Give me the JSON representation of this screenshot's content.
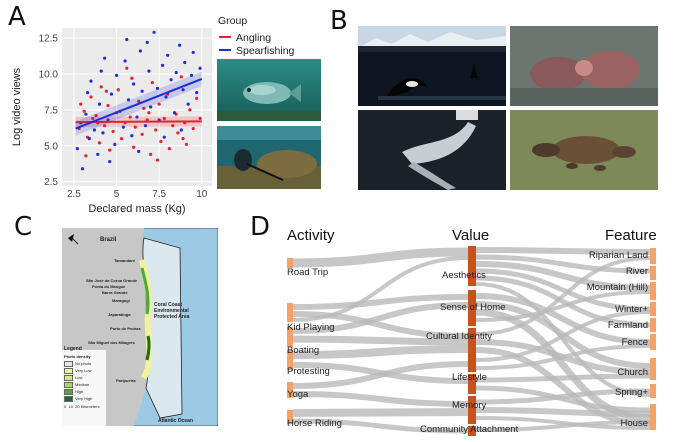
{
  "panels": {
    "a": "A",
    "b": "B",
    "c": "C",
    "d": "D"
  },
  "panel_a": {
    "chart_data": {
      "type": "scatter",
      "title": "",
      "xlabel": "Declared mass (Kg)",
      "ylabel": "Log video views",
      "xticks": [
        "2.5",
        "5",
        "7.5",
        "10"
      ],
      "yticks": [
        "2.5",
        "5.0",
        "7.5",
        "10.0",
        "12.5"
      ],
      "xlim": [
        1.8,
        10.6
      ],
      "ylim": [
        2.2,
        13.2
      ],
      "legend_title": "Group",
      "legend_position": "right",
      "grid": true,
      "series": [
        {
          "name": "Angling",
          "color": "#e8222b",
          "fit": {
            "x0": 2.6,
            "y0": 6.65,
            "x1": 10.0,
            "y1": 6.7
          },
          "points": [
            [
              2.8,
              6.2
            ],
            [
              3.1,
              7.4
            ],
            [
              3.3,
              5.6
            ],
            [
              3.5,
              8.4
            ],
            [
              3.6,
              6.9
            ],
            [
              3.8,
              7.1
            ],
            [
              4.0,
              5.2
            ],
            [
              4.1,
              9.1
            ],
            [
              4.3,
              6.4
            ],
            [
              4.5,
              7.8
            ],
            [
              4.6,
              4.7
            ],
            [
              4.8,
              6.0
            ],
            [
              5.0,
              7.3
            ],
            [
              5.1,
              8.9
            ],
            [
              5.3,
              5.5
            ],
            [
              5.5,
              6.6
            ],
            [
              5.6,
              10.4
            ],
            [
              5.8,
              7.0
            ],
            [
              6.0,
              4.9
            ],
            [
              6.1,
              6.3
            ],
            [
              6.3,
              8.1
            ],
            [
              6.5,
              5.8
            ],
            [
              6.6,
              7.6
            ],
            [
              6.8,
              6.8
            ],
            [
              7.0,
              4.4
            ],
            [
              7.1,
              9.4
            ],
            [
              7.3,
              6.1
            ],
            [
              7.5,
              7.9
            ],
            [
              7.6,
              5.3
            ],
            [
              7.8,
              6.9
            ],
            [
              8.0,
              8.6
            ],
            [
              8.1,
              4.8
            ],
            [
              8.3,
              6.4
            ],
            [
              8.5,
              7.2
            ],
            [
              8.6,
              5.9
            ],
            [
              8.8,
              9.8
            ],
            [
              9.0,
              6.6
            ],
            [
              9.1,
              5.1
            ],
            [
              9.3,
              7.5
            ],
            [
              9.5,
              6.2
            ],
            [
              9.7,
              8.3
            ],
            [
              3.2,
              4.3
            ],
            [
              4.4,
              8.8
            ],
            [
              5.9,
              9.7
            ],
            [
              7.4,
              4.0
            ],
            [
              8.9,
              5.5
            ],
            [
              3.9,
              6.6
            ],
            [
              6.9,
              7.3
            ],
            [
              2.9,
              7.9
            ],
            [
              9.9,
              6.9
            ]
          ]
        },
        {
          "name": "Spearfishing",
          "color": "#1f2fd6",
          "fit": {
            "x0": 2.6,
            "y0": 6.2,
            "x1": 10.0,
            "y1": 9.65
          },
          "points": [
            [
              2.7,
              4.8
            ],
            [
              2.9,
              6.6
            ],
            [
              3.0,
              3.4
            ],
            [
              3.2,
              7.2
            ],
            [
              3.4,
              5.5
            ],
            [
              3.5,
              9.5
            ],
            [
              3.7,
              6.1
            ],
            [
              3.9,
              4.4
            ],
            [
              4.0,
              7.9
            ],
            [
              4.2,
              5.9
            ],
            [
              4.3,
              11.1
            ],
            [
              4.5,
              6.8
            ],
            [
              4.7,
              8.6
            ],
            [
              4.9,
              5.1
            ],
            [
              5.0,
              9.9
            ],
            [
              5.2,
              7.4
            ],
            [
              5.4,
              6.3
            ],
            [
              5.5,
              10.9
            ],
            [
              5.7,
              8.2
            ],
            [
              5.9,
              5.7
            ],
            [
              6.0,
              9.3
            ],
            [
              6.2,
              7.0
            ],
            [
              6.4,
              11.6
            ],
            [
              6.5,
              8.8
            ],
            [
              6.7,
              6.4
            ],
            [
              6.9,
              10.2
            ],
            [
              7.0,
              7.7
            ],
            [
              7.2,
              12.9
            ],
            [
              7.4,
              9.0
            ],
            [
              7.5,
              6.8
            ],
            [
              7.7,
              10.6
            ],
            [
              7.9,
              8.4
            ],
            [
              8.0,
              11.3
            ],
            [
              8.2,
              9.6
            ],
            [
              8.4,
              7.3
            ],
            [
              8.5,
              10.1
            ],
            [
              8.7,
              12.0
            ],
            [
              8.9,
              8.9
            ],
            [
              9.0,
              10.8
            ],
            [
              9.2,
              7.9
            ],
            [
              9.4,
              9.9
            ],
            [
              9.5,
              11.5
            ],
            [
              9.7,
              8.7
            ],
            [
              9.9,
              10.4
            ],
            [
              3.3,
              8.7
            ],
            [
              4.6,
              3.9
            ],
            [
              6.3,
              4.6
            ],
            [
              7.8,
              5.6
            ],
            [
              8.8,
              6.1
            ],
            [
              5.6,
              12.4
            ],
            [
              6.8,
              12.2
            ],
            [
              4.1,
              10.2
            ]
          ]
        }
      ]
    }
  },
  "panel_c": {
    "country": "Brazil",
    "towns": [
      "Tamandaré",
      "São José da Coroa Grande",
      "Ponta do Mangue",
      "Barra Grande",
      "Maragogi",
      "Japaratinga",
      "Porto de Pedras",
      "São Miguel dos Milagres",
      "Paripueira"
    ],
    "area_label": [
      "Coral Coast",
      "Environmental",
      "Protected Area"
    ],
    "ocean": "Atlantic Ocean",
    "legend_title": "Legend",
    "legend_subtitle": "Photo density",
    "legend_items": [
      {
        "label": "No photo",
        "color": "#dbe8ee"
      },
      {
        "label": "Very Low",
        "color": "#f2f29b"
      },
      {
        "label": "Low",
        "color": "#d6ec74"
      },
      {
        "label": "Medium",
        "color": "#a8d957"
      },
      {
        "label": "High",
        "color": "#4ea83a"
      },
      {
        "label": "Very High",
        "color": "#1f6a22"
      }
    ],
    "scale": [
      "0",
      "10",
      "20 Kilometers"
    ]
  },
  "panel_d": {
    "headers": {
      "left": "Activity",
      "middle": "Value",
      "right": "Feature"
    },
    "activities": [
      "Road Trip",
      "Kid Playing",
      "Boating",
      "Protesting",
      "Yoga",
      "Horse Riding"
    ],
    "values": [
      "Aesthetics",
      "Sense of Home",
      "Cultural Identity",
      "Lifestyle",
      "Memory",
      "Community Attachment"
    ],
    "features": [
      "Riparian Land",
      "River",
      "Mountain (Hill)",
      "Winter+",
      "Farmland",
      "Fence",
      "Church",
      "Spring+",
      "House"
    ]
  }
}
